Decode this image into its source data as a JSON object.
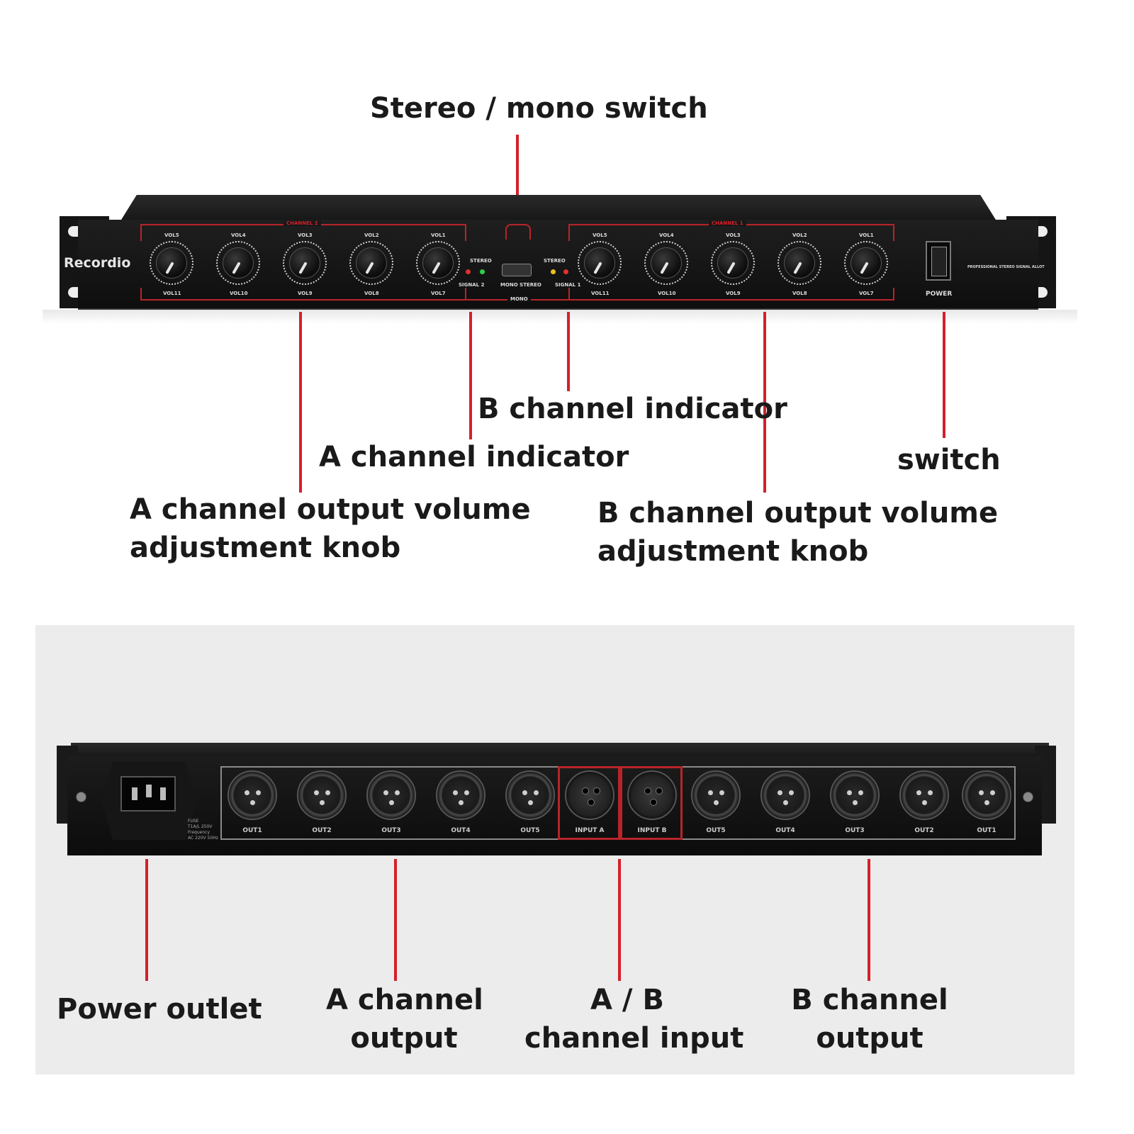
{
  "callouts": {
    "stereo_mono_switch": "Stereo / mono switch",
    "b_channel_indicator": "B channel indicator",
    "a_channel_indicator": "A channel indicator",
    "switch": "switch",
    "a_channel_knob_line1": "A channel output volume",
    "a_channel_knob_line2": "adjustment knob",
    "b_channel_knob_line1": "B channel output volume",
    "b_channel_knob_line2": "adjustment knob",
    "power_outlet": "Power outlet",
    "a_channel_output_line1": "A channel",
    "a_channel_output_line2": "output",
    "ab_channel_input_line1": "A / B",
    "ab_channel_input_line2": "channel input",
    "b_channel_output_line1": "B channel",
    "b_channel_output_line2": "output"
  },
  "front_panel": {
    "brand": "Recordio",
    "channel_2_label": "CHANNEL 2",
    "channel_1_label": "CHANNEL 1",
    "left_knob_top_labels": [
      "VOL5",
      "VOL4",
      "VOL3",
      "VOL2",
      "VOL1"
    ],
    "left_knob_bottom_labels": [
      "VOL11",
      "VOL10",
      "VOL9",
      "VOL8",
      "VOL7"
    ],
    "right_knob_top_labels": [
      "VOL5",
      "VOL4",
      "VOL3",
      "VOL2",
      "VOL1"
    ],
    "right_knob_bottom_labels": [
      "VOL11",
      "VOL10",
      "VOL9",
      "VOL8",
      "VOL7"
    ],
    "stereo_label": "STEREO",
    "signal_2_label": "SIGNAL 2",
    "signal_1_label": "SIGNAL 1",
    "mono_stereo_label": "MONO STEREO",
    "mono_label": "MONO",
    "power_label": "POWER",
    "model_text": "PROFESSIONAL STEREO SIGNAL ALLOT"
  },
  "rear_panel": {
    "a_outputs": [
      "OUT1",
      "OUT2",
      "OUT3",
      "OUT4",
      "OUT5"
    ],
    "inputs": [
      "INPUT A",
      "INPUT B"
    ],
    "b_outputs": [
      "OUT5",
      "OUT4",
      "OUT3",
      "OUT2",
      "OUT1"
    ],
    "fuse_text": [
      "FUSE",
      "T1A/L 250V",
      "Frequency",
      "AC 220V 50Hz"
    ]
  },
  "colors": {
    "accent_red": "#d4202b",
    "chassis": "#1b1b1b",
    "background_rear": "#ececec"
  }
}
